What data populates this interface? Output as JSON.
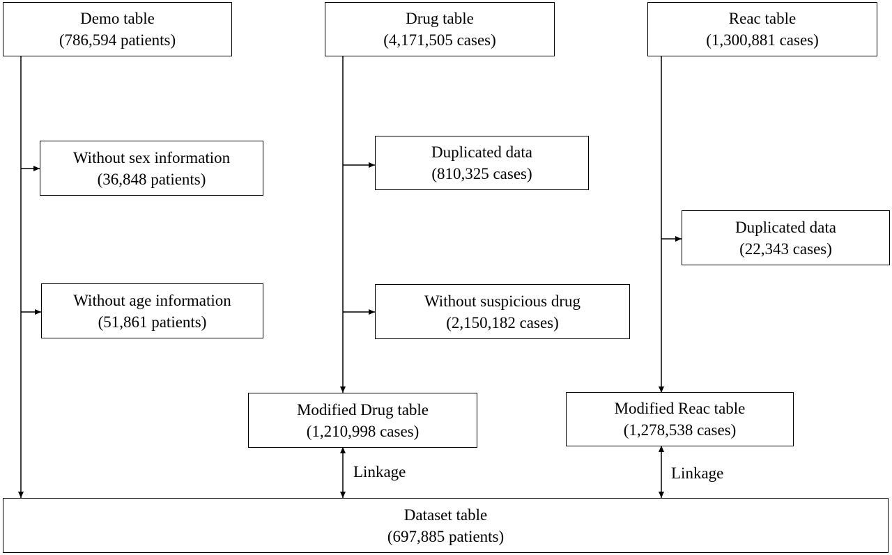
{
  "boxes": {
    "demo": {
      "title": "Demo table",
      "count": "(786,594 patients)"
    },
    "drug": {
      "title": "Drug table",
      "count": "(4,171,505 cases)"
    },
    "reac": {
      "title": "Reac table",
      "count": "(1,300,881 cases)"
    },
    "no_sex": {
      "title": "Without sex information",
      "count": "(36,848 patients)"
    },
    "no_age": {
      "title": "Without age information",
      "count": "(51,861 patients)"
    },
    "drug_dup": {
      "title": "Duplicated data",
      "count": "(810,325 cases)"
    },
    "no_suspicious": {
      "title": "Without suspicious drug",
      "count": "(2,150,182 cases)"
    },
    "reac_dup": {
      "title": "Duplicated data",
      "count": "(22,343 cases)"
    },
    "mod_drug": {
      "title": "Modified Drug table",
      "count": "(1,210,998 cases)"
    },
    "mod_reac": {
      "title": "Modified Reac table",
      "count": "(1,278,538 cases)"
    },
    "dataset": {
      "title": "Dataset table",
      "count": "(697,885 patients)"
    }
  },
  "links": {
    "drug_linkage": "Linkage",
    "reac_linkage": "Linkage"
  },
  "colors": {
    "line": "#000000",
    "box_border": "#000000",
    "background": "#ffffff"
  }
}
